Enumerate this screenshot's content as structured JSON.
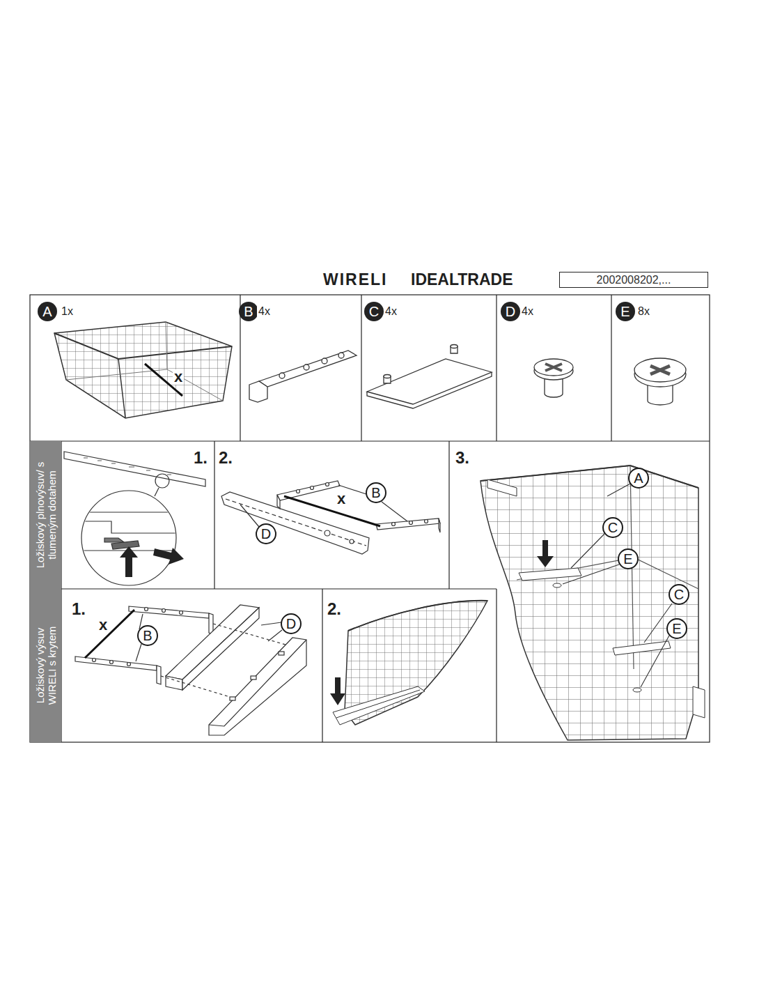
{
  "diagram": {
    "nodes": [
      {
        "text": [
          "2002008202,..."
        ]
      },
      {
        "text": [
          "A"
        ]
      },
      {
        "text": [
          "B"
        ]
      },
      {
        "text": [
          "C"
        ]
      },
      {
        "text": [
          "D"
        ]
      },
      {
        "text": [
          "E"
        ]
      },
      {
        "text": [
          "Ložiskový plnovýsuv/ s tlumeným dotahem"
        ]
      },
      {
        "text": [
          "B"
        ]
      },
      {
        "text": [
          "D"
        ]
      },
      {
        "text": [
          "A"
        ]
      },
      {
        "text": [
          "C"
        ]
      },
      {
        "text": [
          "E"
        ]
      },
      {
        "text": [
          "C"
        ]
      },
      {
        "text": [
          "E"
        ]
      },
      {
        "text": [
          "Ložiskový výsuv WIRELI s krytem"
        ]
      },
      {
        "text": [
          "B"
        ]
      },
      {
        "text": [
          "D"
        ]
      }
    ],
    "labels": [
      "WIRELI",
      "IDEALTRADE",
      "1x",
      "4x",
      "4x",
      "4x",
      "8x",
      "x",
      "1.",
      "2.",
      "x",
      "3.",
      "1.",
      "x",
      "2."
    ]
  }
}
